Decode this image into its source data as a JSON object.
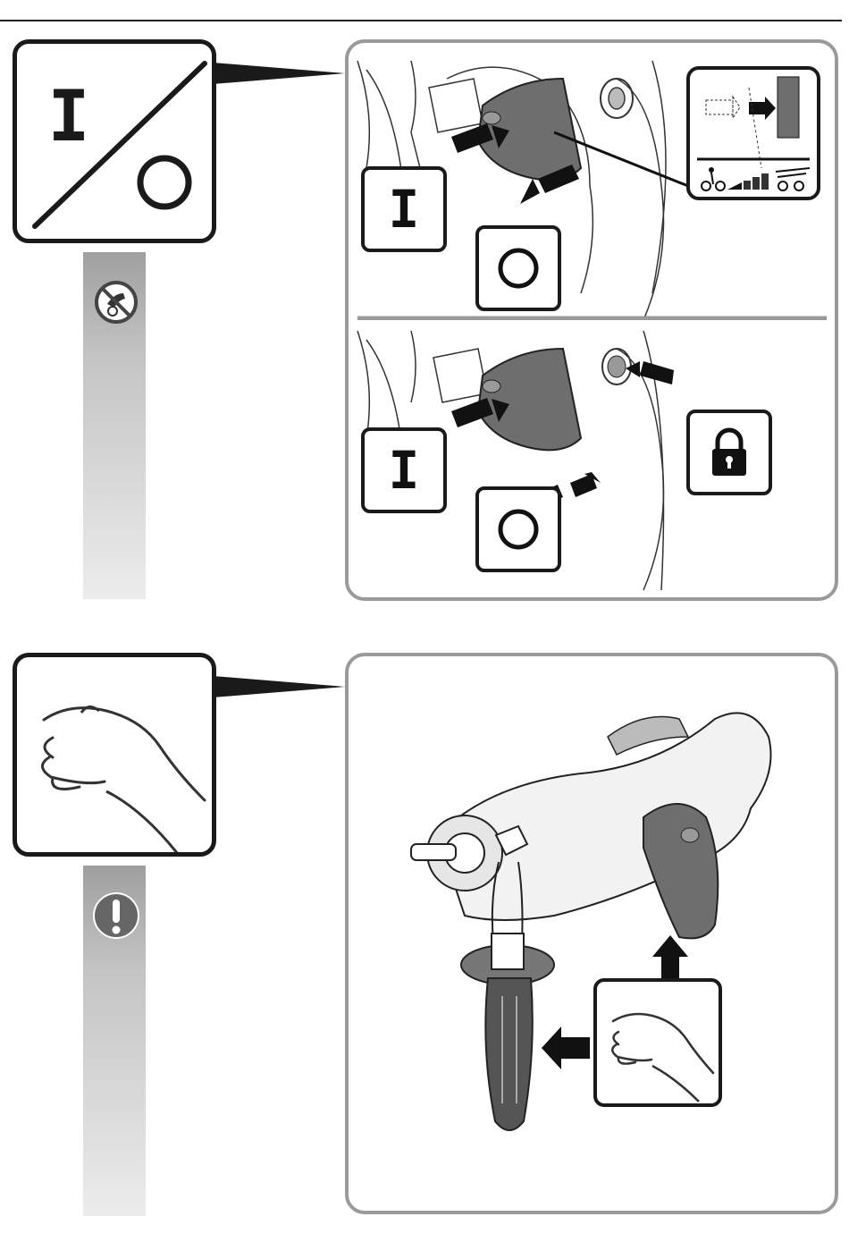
{
  "page": {
    "switch_section": {
      "on_symbol": "I",
      "off_symbol": "O",
      "on_label": "I",
      "off_label": "O",
      "icons": [
        "on-off-symbol-icon",
        "no-hammer-drill-icon",
        "lock-icon",
        "speed-dial-icon",
        "slow-bicycle-icon",
        "fast-bicycle-icon"
      ]
    },
    "handle_section": {
      "icons": [
        "hand-icon",
        "warning-exclamation-icon",
        "drill-with-side-handle-icon"
      ]
    },
    "colors": {
      "frame": "#1a1a1a",
      "panel_border": "#9a9a9a",
      "strip_top": "#9f9f9f",
      "strip_bottom": "#ececec",
      "trigger_gray": "#6e6e6e"
    }
  }
}
